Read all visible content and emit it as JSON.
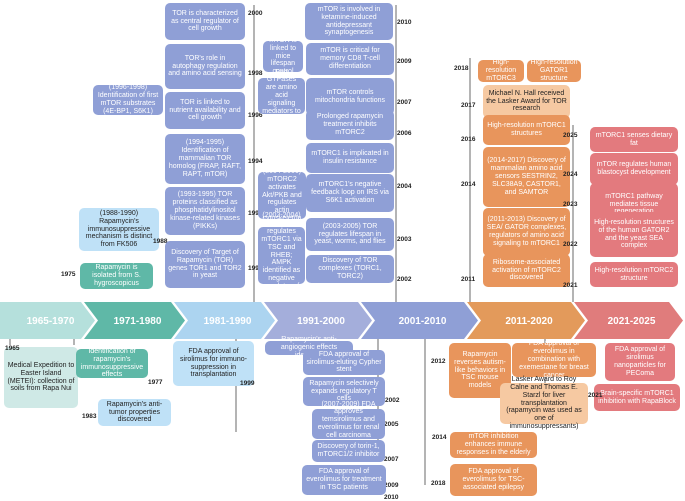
{
  "colors": {
    "era1": "#b5e0dc",
    "era2": "#5fb8a7",
    "era3": "#acd4f0",
    "era4": "#a4aedb",
    "era5": "#8f9fd6",
    "era6": "#e39a5b",
    "era7": "#e07c7c",
    "box_teal": "#5fb8a7",
    "box_lightblue": "#bfe1f7",
    "box_blue": "#8f9fd6",
    "box_orange": "#e8955c",
    "box_peach": "#f6c9a2",
    "box_red": "#e37a7e",
    "box_verylight": "#cfe9e6"
  },
  "eras": [
    "1965-1970",
    "1971-1980",
    "1981-1990",
    "1991-2000",
    "2001-2010",
    "2011-2020",
    "2021-2025"
  ],
  "events": [
    {
      "text": "TOR is characterized as central regulator of cell growth",
      "year": "2000"
    },
    {
      "text": "TOR's role in autophagy regulation and amino acid sensing",
      "year": "1998"
    },
    {
      "text": "(1996-1998) Identification of first mTOR substrates (4E-BP1, S6K1)",
      "year": ""
    },
    {
      "text": "TOR is linked to nutrient availability and cell growth",
      "year": "1996"
    },
    {
      "text": "(1994-1995) Identification of mammalian TOR homolog (FRAP, RAFT, RAPT, mTOR)",
      "year": "1994"
    },
    {
      "text": "(1993-1995) TOR proteins classified as phosphatidylinositol kinase-related kinases (PIKKs)",
      "year": "1993"
    },
    {
      "text": "(1988-1990) Rapamycin's immunosuppressive mechanism is distinct from FK506",
      "year": "1988"
    },
    {
      "text": "Discovery of Target of Rapamycin (TOR) genes TOR1 and TOR2 in yeast",
      "year": "1991"
    },
    {
      "text": "Rapamycin is isolated from S. hygroscopicus",
      "year": "1975"
    },
    {
      "text": "mTOR is involved in ketamine-induced antidepressant synaptogenesis",
      "year": "2010"
    },
    {
      "text": "mTOR is linked to mice lifespan control",
      "year": ""
    },
    {
      "text": "mTOR is critical for memory CD8 T-cell differentiation",
      "year": "2009"
    },
    {
      "text": "Rag GTPases are amino acid signaling mediators to mTORC1",
      "year": ""
    },
    {
      "text": "mTOR controls mitochondria functions",
      "year": "2007"
    },
    {
      "text": "Prolonged rapamycin treatment inhibits mTORC2",
      "year": "2006"
    },
    {
      "text": "mTORC1 is implicated in insulin resistance",
      "year": ""
    },
    {
      "text": "(2004-2006) mTORC2 activates Akt/PKB and regulates actin cytoskeleton",
      "year": "2004"
    },
    {
      "text": "mTORC1's negative feedback loop on IRS via S6K1 activation",
      "year": ""
    },
    {
      "text": "(2002-2004) AKT regulates mTORC1 via TSC and RHEB; AMPK identified as negative regulator of mTORC1",
      "year": ""
    },
    {
      "text": "(2003-2005) TOR regulates lifespan in yeast, worms, and flies",
      "year": "2003"
    },
    {
      "text": "Discovery of TOR complexes (TORC1, TORC2)",
      "year": "2002"
    },
    {
      "text": "High-resolution mTORC3",
      "year": "2018"
    },
    {
      "text": "High-resolution GATOR1 structure",
      "year": ""
    },
    {
      "text": "Michael N. Hall received the Lasker Award for TOR research",
      "year": "2017"
    },
    {
      "text": "High-resolution mTORC1 structures",
      "year": "2016"
    },
    {
      "text": "(2014-2017) Discovery of mammalian amino acid sensors SESTRIN2, SLC38A9, CASTOR1, and SAMTOR",
      "year": "2014"
    },
    {
      "text": "(2011-2013) Discovery of SEA/ GATOR complexes, regulators of amino acid signaling to mTORC1",
      "year": ""
    },
    {
      "text": "Ribosome-associated activation of mTORC2 discovered",
      "year": "2011"
    },
    {
      "text": "mTORC1 senses dietary fat",
      "year": "2025"
    },
    {
      "text": "mTOR regulates human blastocyst development",
      "year": "2024"
    },
    {
      "text": "mTORC1 pathway mediates tissue regeneration",
      "year": "2023"
    },
    {
      "text": "High-resolution structures of the human GATOR2 and the yeast SEA complex",
      "year": "2022"
    },
    {
      "text": "High-resolution mTORC2 structure",
      "year": "2021"
    },
    {
      "text": "Medical Expedition to Easter Island (METEI): collection of soils from Rapa Nui",
      "year": "1965"
    },
    {
      "text": "Identification of rapamycin's immunosuppressive effects",
      "year": "1977"
    },
    {
      "text": "Rapamycin's anti-tumor properties discovered",
      "year": "1983"
    },
    {
      "text": "FDA approval of sirolimus for immuno-suppression in transplantation",
      "year": "1999"
    },
    {
      "text": "Rapamycin's anti-angiogenic effects identified",
      "year": ""
    },
    {
      "text": "FDA approval of sirolimus-eluting Cypher stent",
      "year": "2002"
    },
    {
      "text": "Rapamycin selectively expands regulatory T cells",
      "year": "2005"
    },
    {
      "text": "(2007-2009) FDA approves temsirolimus and everolimus for renal cell carcinoma treatment",
      "year": "2007"
    },
    {
      "text": "Discovery of torin-1, mTORC1/2 inhibitor",
      "year": "2009"
    },
    {
      "text": "FDA approval of everolimus for treatment in TSC patients",
      "year": "2010"
    },
    {
      "text": "Rapamycin reverses autism-like behaviors in TSC mouse models",
      "year": "2012"
    },
    {
      "text": "FDA approval of everolimus in combination with exemestane for breast cancer",
      "year": ""
    },
    {
      "text": "Lasker Award to Roy Calne and Thomas E. Starzl for liver transplantation (rapamycin was used as one of immunosuppressants)",
      "year": ""
    },
    {
      "text": "mTOR inhibition enhances immune responses in the elderly",
      "year": "2014"
    },
    {
      "text": "FDA approval of everolimus for TSC-associated epilepsy",
      "year": "2018"
    },
    {
      "text": "FDA approval of sirolimus nanoparticles for PEComa",
      "year": ""
    },
    {
      "text": "Brain-specific mTORC1 inhibition with RapaBlock",
      "year": "2021"
    }
  ]
}
